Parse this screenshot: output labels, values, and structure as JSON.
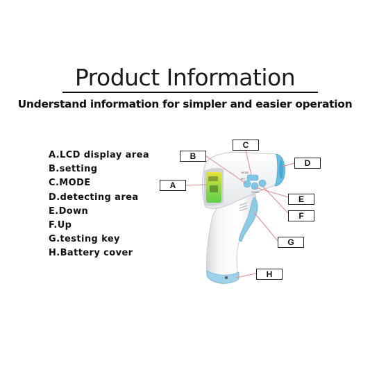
{
  "title": "Product Information",
  "subtitle": "Understand information for simpler and easier operation",
  "parts": [
    "A.LCD display area",
    "B.setting",
    "C.MODE",
    "D.detecting area",
    "E.Down",
    "F.Up",
    "G.testing key",
    "H.Battery cover"
  ],
  "callouts": {
    "a": "A",
    "b": "B",
    "c": "C",
    "d": "D",
    "e": "E",
    "f": "F",
    "g": "G",
    "h": "H"
  },
  "device_button_labels": {
    "mode": "MODE",
    "set": "SET",
    "down": "DOWN"
  },
  "colors": {
    "accent_blue": "#7cc4e4",
    "leader_line": "#d98b8b",
    "lcd_green": "#6ed24a",
    "lcd_yellow": "#e9e23a"
  }
}
